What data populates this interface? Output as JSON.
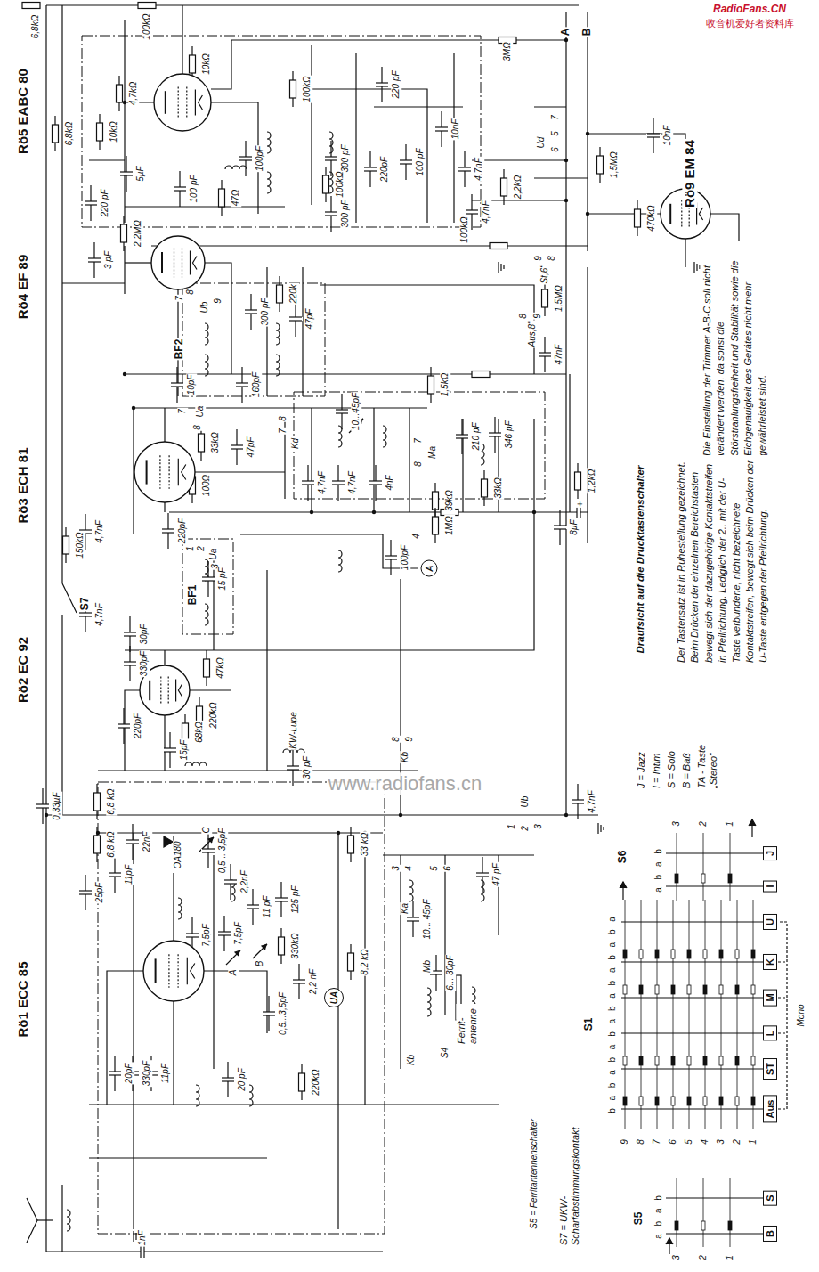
{
  "diagram": {
    "nodes": [
      {
        "text": [
          "A"
        ]
      },
      {
        "text": [
          "UA"
        ]
      },
      {
        "text": [
          "J"
        ]
      },
      {
        "text": [
          "I"
        ]
      },
      {
        "text": [
          "U"
        ]
      },
      {
        "text": [
          "K"
        ]
      },
      {
        "text": [
          "M"
        ]
      },
      {
        "text": [
          "L"
        ]
      },
      {
        "text": [
          "ST"
        ]
      },
      {
        "text": [
          "Aus"
        ]
      },
      {
        "text": [
          "S"
        ]
      },
      {
        "text": [
          "B"
        ]
      }
    ],
    "labels": [
      "RadioFans.CN",
      "收音机爱好者资料库",
      "6,8kΩ",
      "100kΩ",
      "3MΩ",
      "A",
      "B",
      "Rö5 EABC 80",
      "10kΩ",
      "4,7kΩ",
      "6,8kΩ",
      "10kΩ",
      "100kΩ",
      "220 pF",
      "10nF",
      "5µF",
      "100pF",
      "300 pF",
      "220pF",
      "100 pF",
      "7",
      "5",
      "6",
      "Ud",
      "1,5MΩ",
      "10nF",
      "100 pF",
      "220 pF",
      "47Ω",
      "100kΩ",
      "300 pF",
      "4,7nF",
      "2,2kΩ",
      "4,7nF",
      "2,2MΩ",
      "470kΩ",
      "Rö9 EM 84",
      "100kΩ",
      "9",
      "8",
      "St,6“",
      "Rö4 EF 89",
      "3 pF",
      "7",
      "8",
      "Ub",
      "9",
      "220k",
      "47pF",
      "300 pF",
      "BF2",
      "10pF",
      "160pF",
      "1,5MΩ",
      "8",
      "9",
      "Aus,8“",
      "47nF",
      "1,5kΩ",
      "Die Einstellung der Trimmer A-B-C soll nicht verändert werden, da sonst die Störstrahlungsfreiheit und Stabilität sowie die Eichgenauigkeit des Gerätes nicht mehr gewährleistet sind.",
      "Rö3 ECH 81",
      "7",
      "Ua",
      "8",
      "33kΩ",
      "47pF",
      "100Ω",
      "8",
      "7",
      "Kd",
      "10...45pF",
      "4,7nF",
      "4,7nF",
      "4nF",
      "7",
      "Ma",
      "8",
      "210 pF",
      "346 pF",
      "33kΩ",
      "39kΩ",
      "1,2kΩ",
      "8µF",
      "+",
      "1MΩ",
      "220pF",
      "1",
      "2",
      "Ua",
      "3",
      "4,7nF",
      "150kΩ",
      "S7",
      "4,7nF",
      "100pF",
      "4",
      "15 pF",
      "BF1",
      "30pF",
      "330pF",
      "47kΩ",
      "Draufsicht auf die Drucktastenschalter",
      "Der Tastensatz ist in Ruhestellung gezeichnet. Beim Drücken der einzelnen Bereichstasten bewegt sich der dazugehörige Kontaktstreifen in Pfeilrichtung. Lediglich der 2., mit der U-Taste verbundene, nicht bezeichnete Kontaktstreifen, bewegt sich beim Drücken der U-Taste entgegen der Pfeilrichtung.",
      "Rö2 EC 92",
      "220kΩ",
      "68kΩ",
      "220pF",
      "15pF",
      "KW-Lupe",
      "30 pF",
      "8",
      "9",
      "Kb",
      "J = Jazz",
      "I = Intim",
      "S = Solo",
      "B = Baß",
      "TA - Taste „Stereo“",
      "0,33µF",
      "6,8 kΩ",
      "6,8 kΩ",
      "33 kΩ",
      "Ub",
      "1",
      "2",
      "3",
      "4,7nF",
      "22nF",
      "OA180",
      "C",
      "0,5... 3,5pF",
      "2,2nF",
      "11pF",
      "25pF",
      "125 pF",
      "11 pF",
      "7,5pF",
      "7,5pF",
      "330kΩ",
      "B",
      "A",
      "2,2 nF",
      "0,5...3,5pF",
      "8,2 kΩ",
      "3",
      "4",
      "5",
      "6",
      "Ka",
      "10... 45pF",
      "Mb",
      "6... 30pF",
      "47 pF",
      "Ferrit- antenne",
      "S4",
      "Kb",
      "220kΩ",
      "Rö1 ECC 85",
      "20pF",
      "330pF",
      "11pF",
      "20 pF",
      "1nF",
      "S5 = Ferritantennenschalter",
      "S7 = UKW-Scharfabstimmungskontakt",
      "S1",
      "S6",
      "S5",
      "b a b a b a b a b a b a b a b a",
      "a b a b",
      "a b a b",
      "9",
      "8",
      "7",
      "6",
      "5",
      "4",
      "3",
      "2",
      "1",
      "3",
      "2",
      "1",
      "3",
      "2",
      "1",
      "Mono",
      "www.radiofans.cn"
    ]
  }
}
